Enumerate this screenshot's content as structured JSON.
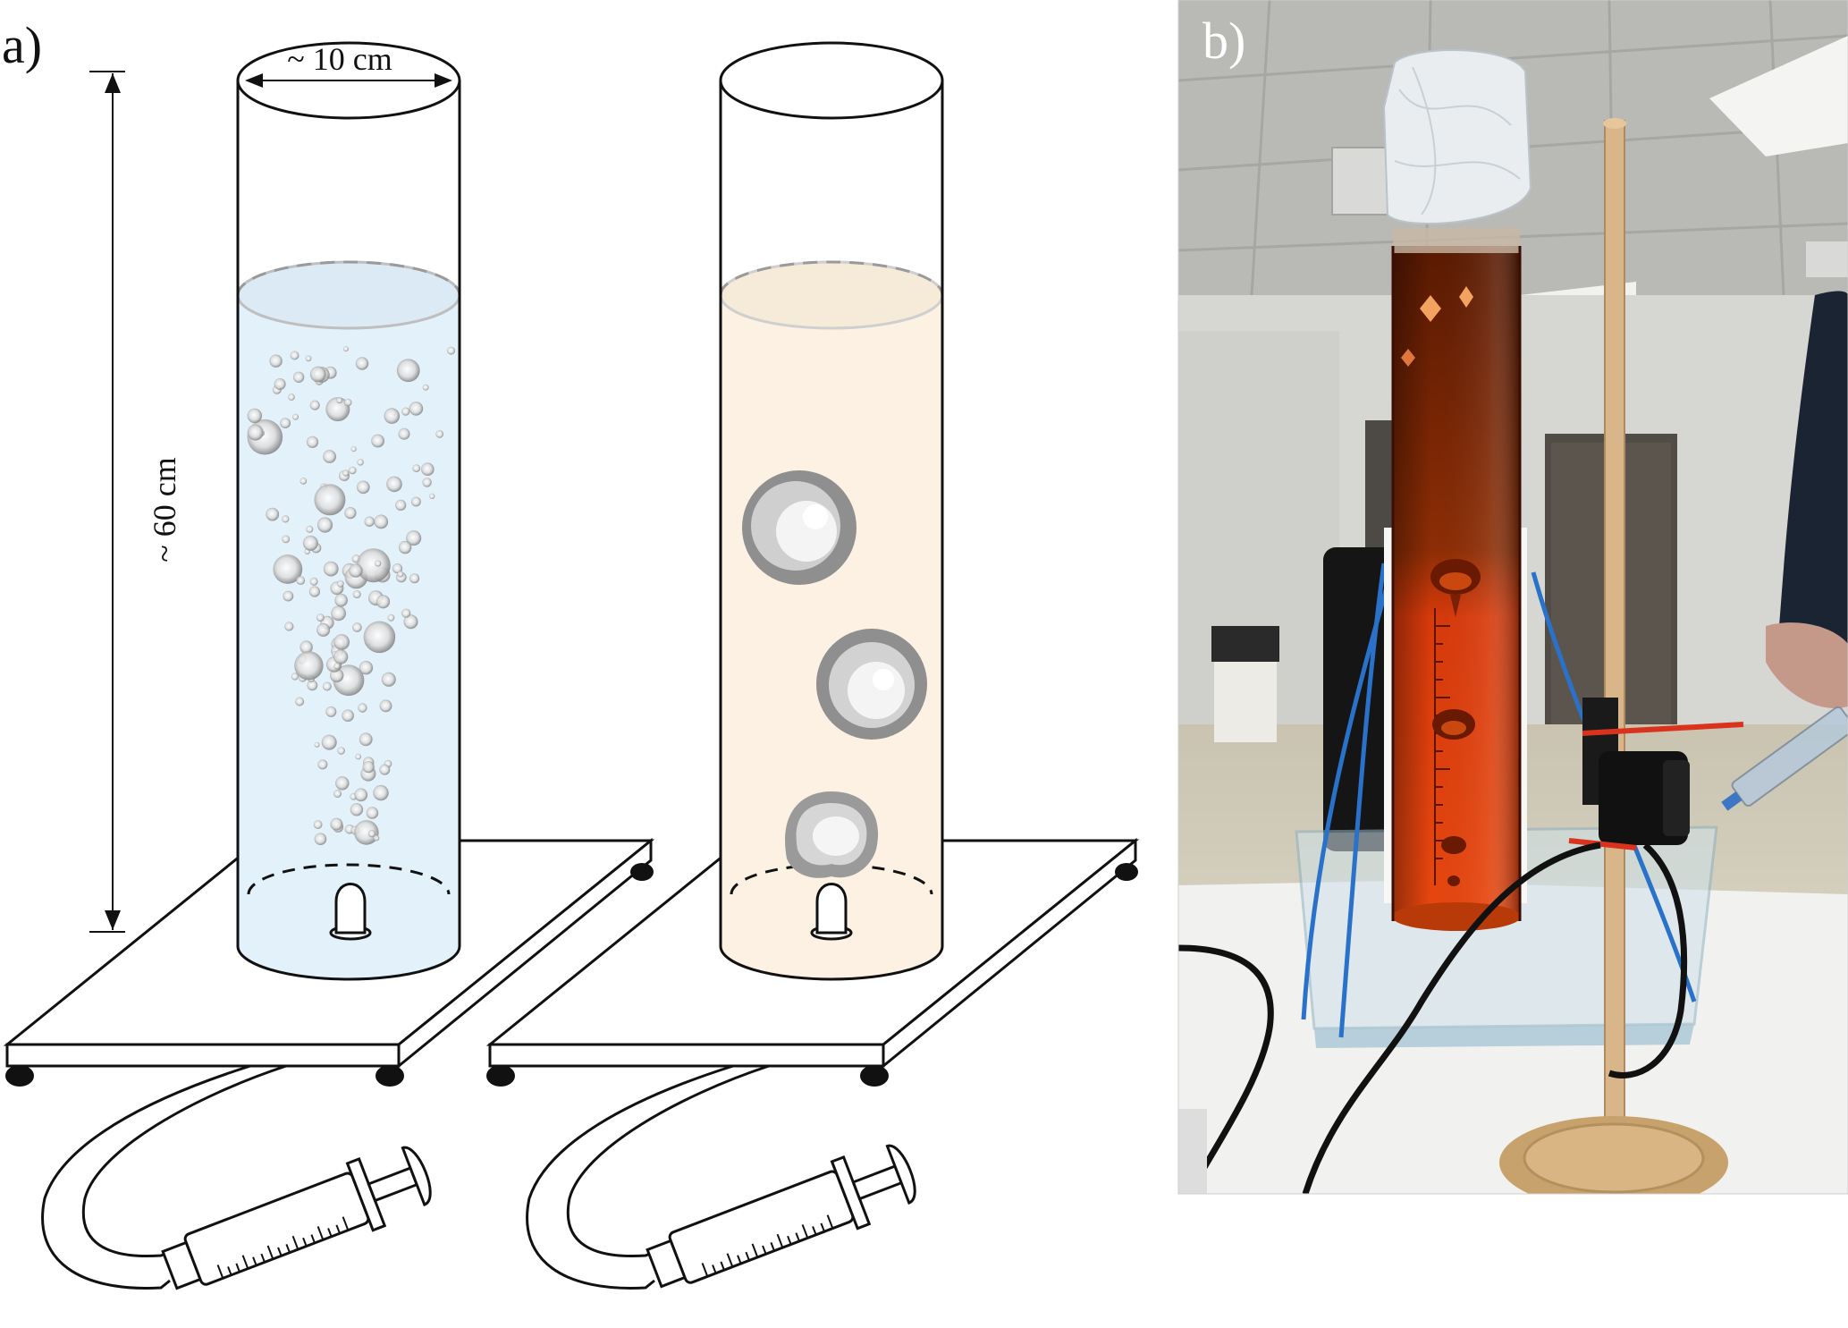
{
  "panels": {
    "a": {
      "label": "a)"
    },
    "b": {
      "label": "b)"
    }
  },
  "dimensions": {
    "diameter": "~ 10 cm",
    "height": "~ 60 cm"
  },
  "colors": {
    "water_fill": "#e3f1fb",
    "oil_fill": "#fcf1e3",
    "photo_liquid_dark": "#8a2a05",
    "photo_liquid_bright": "#e2400f",
    "photo_background": "#c9cac6",
    "blue_straps": "#2a72c9"
  },
  "icons": {
    "syringe": "syringe-icon",
    "tube": "tube-icon",
    "needle": "needle-nozzle-icon"
  }
}
